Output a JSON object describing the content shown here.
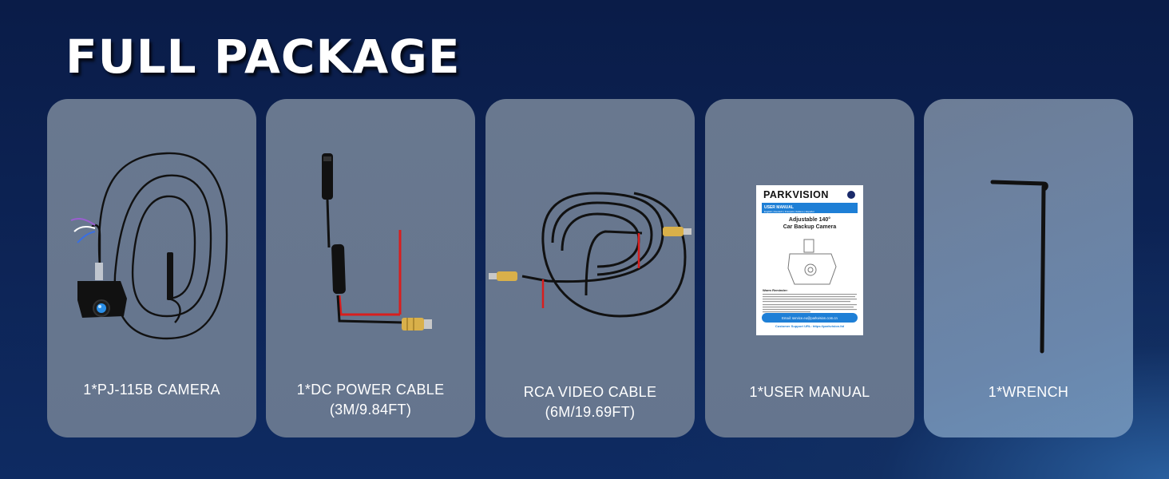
{
  "title": "FULL PACKAGE",
  "items": [
    {
      "label": "1*PJ-115B CAMERA",
      "sub": "",
      "icon": "camera-icon"
    },
    {
      "label": "1*DC POWER CABLE",
      "sub": "(3M/9.84FT)",
      "icon": "dc-power-cable-icon"
    },
    {
      "label": "RCA VIDEO CABLE",
      "sub": "(6M/19.69FT)",
      "icon": "rca-video-cable-icon"
    },
    {
      "label": "1*USER MANUAL",
      "sub": "",
      "icon": "user-manual-icon"
    },
    {
      "label": "1*WRENCH",
      "sub": "",
      "icon": "wrench-icon"
    }
  ],
  "manual": {
    "brand": "PARKVISION",
    "header": "USER MANUAL",
    "languages": "English | Deutsch | Français | Italiano | Español",
    "title_line1": "Adjustable 140°",
    "title_line2": "Car Backup Camera",
    "reminder": "Warm Reminder:",
    "email": "Email: service.eu@parkvision.com.cn",
    "support": "Customer Support URL: https://parkvision.ltd"
  },
  "colors": {
    "background": "#0d2456",
    "card": "#67778f",
    "accent_blue": "#1e7fd6",
    "cable_red": "#d81e1e",
    "connector_yellow": "#d9b04a"
  }
}
